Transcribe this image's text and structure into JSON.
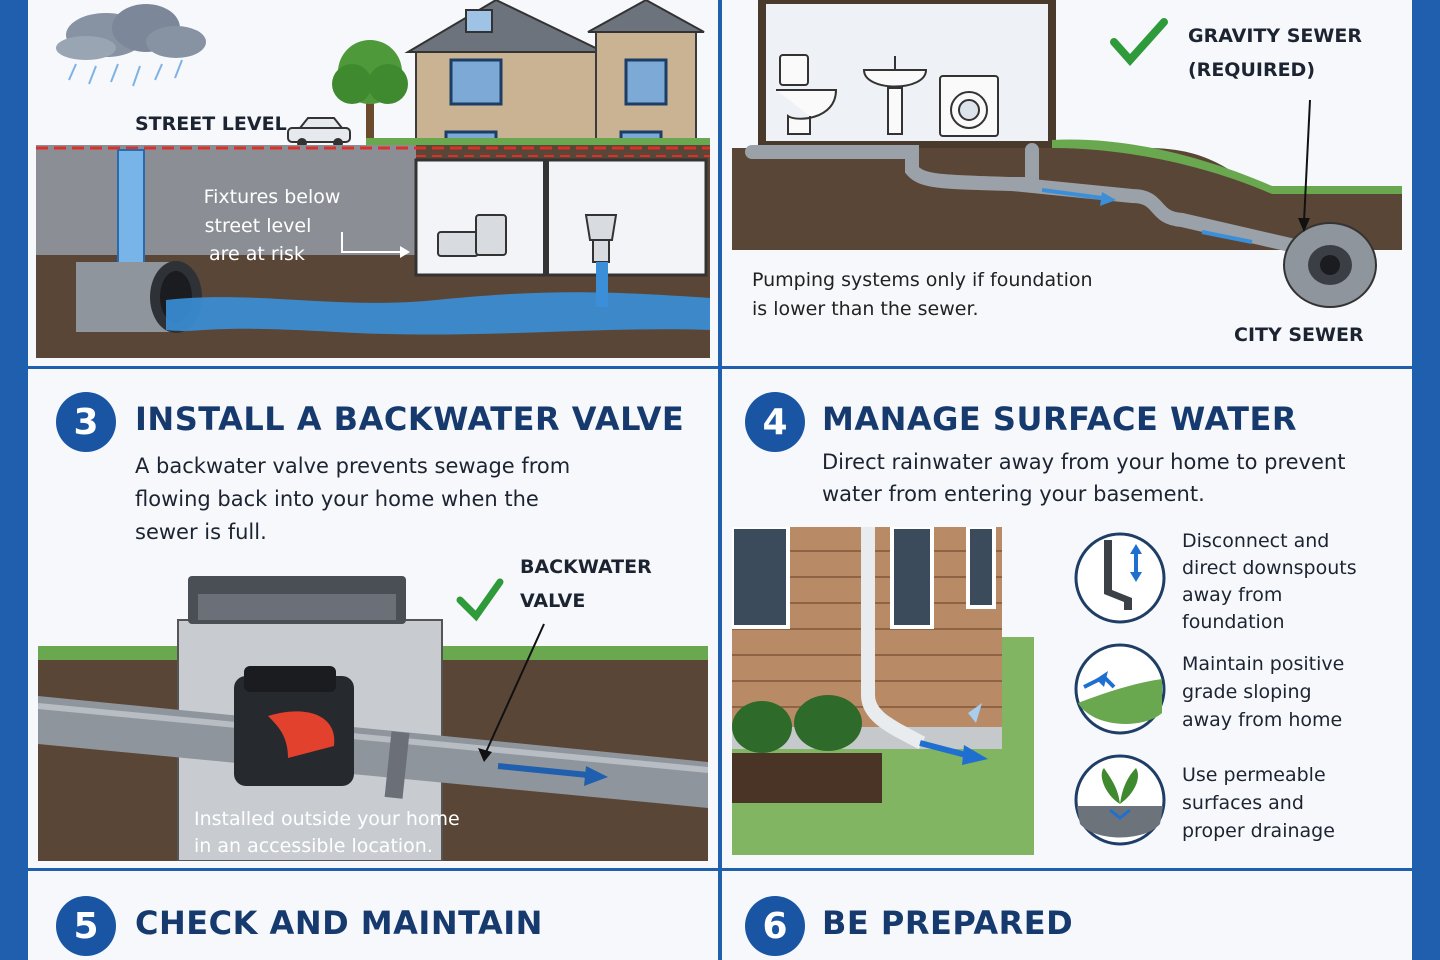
{
  "panel1": {
    "street_label": "STREET LEVEL",
    "fixtures_line1": "Fixtures below",
    "fixtures_line2": "street level",
    "fixtures_line3": "are at risk"
  },
  "panel2": {
    "gravity_line1": "GRAVITY SEWER",
    "gravity_line2": "(REQUIRED)",
    "pumping_line1": "Pumping systems only if foundation",
    "pumping_line2": "is lower than the sewer.",
    "city_sewer": "CITY SEWER"
  },
  "section3": {
    "number": "3",
    "title": "INSTALL A BACKWATER VALVE",
    "desc_line1": "A backwater valve prevents sewage from",
    "desc_line2": "flowing back into your home when the",
    "desc_line3": "sewer is full.",
    "valve_line1": "BACKWATER",
    "valve_line2": "VALVE",
    "install_line1": "Installed outside your home",
    "install_line2": "in an accessible location."
  },
  "section4": {
    "number": "4",
    "title": "MANAGE SURFACE WATER",
    "desc_line1": "Direct rainwater away from your home to prevent",
    "desc_line2": "water from entering your basement.",
    "tips": [
      {
        "icon": "downspout-icon",
        "lines": [
          "Disconnect and",
          "direct downspouts",
          "away from",
          "foundation"
        ]
      },
      {
        "icon": "grade-slope-icon",
        "lines": [
          "Maintain positive",
          "grade sloping",
          "away from home"
        ]
      },
      {
        "icon": "permeable-surface-icon",
        "lines": [
          "Use permeable",
          "surfaces and",
          "proper drainage"
        ]
      }
    ]
  },
  "section5": {
    "number": "5",
    "title": "CHECK AND MAINTAIN"
  },
  "section6": {
    "number": "6",
    "title": "BE PREPARED"
  },
  "colors": {
    "brand_blue": "#1f5fae",
    "heading_blue": "#163a6e",
    "check_green": "#2e9a3a",
    "water_blue": "#3a8fd8"
  }
}
